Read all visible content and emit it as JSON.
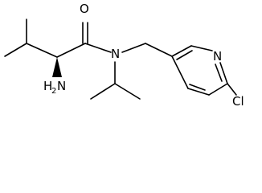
{
  "molecule": {
    "atoms": {
      "oxygen": "O",
      "amide_nitrogen": "N",
      "ring_nitrogen": "N",
      "chlorine": "Cl",
      "amine_h": "H",
      "amine_h_count": "2",
      "amine_n": "N"
    },
    "colors": {
      "bond": "#000000",
      "label": "#000000",
      "background": "#ffffff"
    }
  }
}
